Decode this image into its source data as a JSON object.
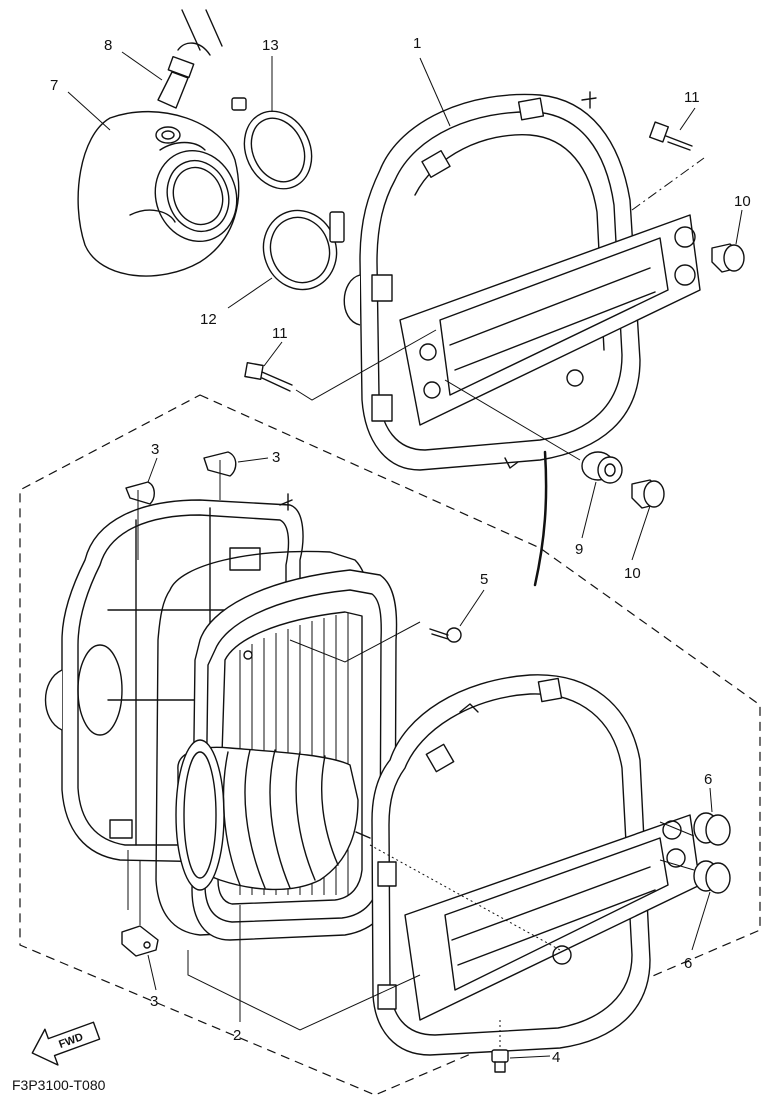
{
  "callouts": {
    "c1": "1",
    "c2": "2",
    "c3a": "3",
    "c3b": "3",
    "c3c": "3",
    "c4": "4",
    "c5": "5",
    "c6a": "6",
    "c6b": "6",
    "c7": "7",
    "c8": "8",
    "c9": "9",
    "c10a": "10",
    "c10b": "10",
    "c11a": "11",
    "c11b": "11",
    "c12": "12",
    "c13": "13"
  },
  "fwd_label": "FWD",
  "drawing_code": "F3P3100-T080"
}
